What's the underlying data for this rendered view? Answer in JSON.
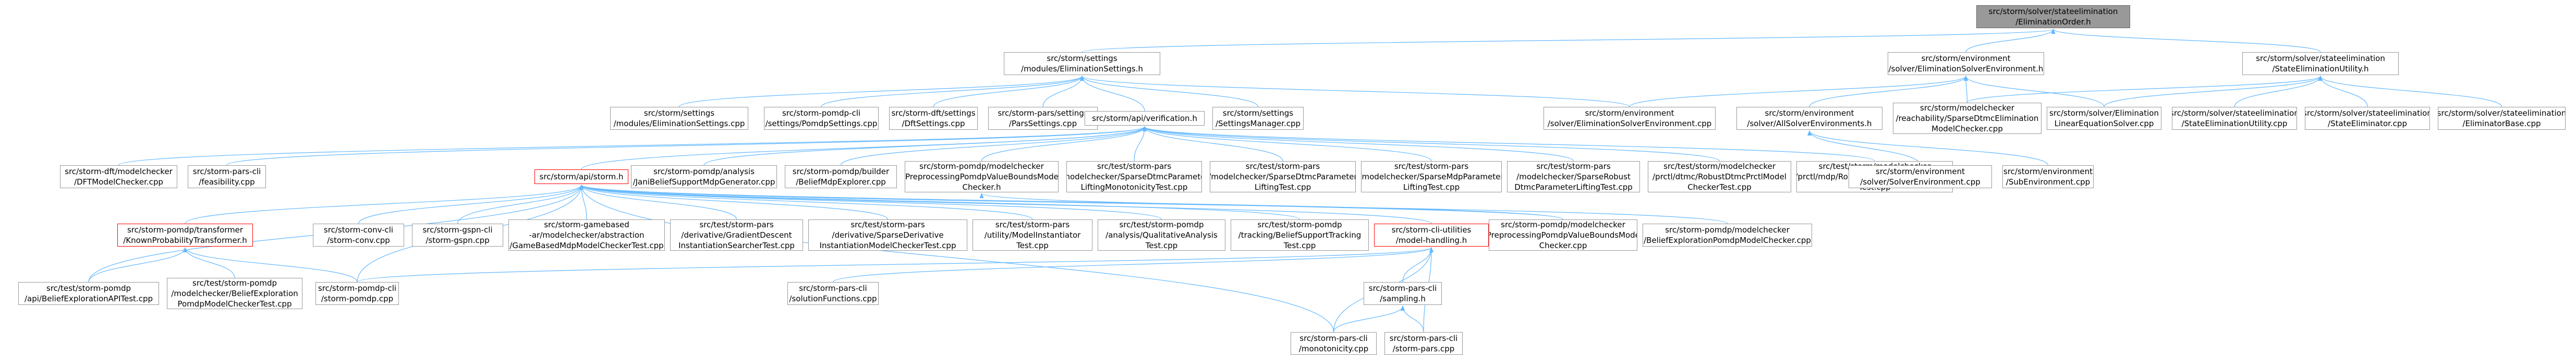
{
  "diagram": {
    "type": "include-dependency-graph",
    "edge_color": "#63b8ff",
    "node_border_color": "#999999",
    "root_fill": "#999999",
    "highlight_border_color": "#ff0000",
    "nodes": [
      {
        "id": "n0",
        "lines": [
          "src/storm/solver/stateelimination",
          "/EliminationOrder.h"
        ],
        "style": "root"
      },
      {
        "id": "n1",
        "lines": [
          "src/storm/settings",
          "/modules/EliminationSettings.h"
        ]
      },
      {
        "id": "n2",
        "lines": [
          "src/storm/environment",
          "/solver/EliminationSolverEnvironment.h"
        ]
      },
      {
        "id": "n3",
        "lines": [
          "src/storm/solver/stateelimination",
          "/StateEliminationUtility.h"
        ]
      },
      {
        "id": "n4",
        "lines": [
          "src/storm/settings",
          "/modules/EliminationSettings.cpp"
        ]
      },
      {
        "id": "n5",
        "lines": [
          "src/storm-pomdp-cli",
          "/settings/PomdpSettings.cpp"
        ]
      },
      {
        "id": "n6",
        "lines": [
          "src/storm-dft/settings",
          "/DftSettings.cpp"
        ]
      },
      {
        "id": "n7",
        "lines": [
          "src/storm-pars/settings",
          "/ParsSettings.cpp"
        ]
      },
      {
        "id": "n8",
        "lines": [
          "src/storm/api/verification.h"
        ]
      },
      {
        "id": "n9",
        "lines": [
          "src/storm/settings",
          "/SettingsManager.cpp"
        ]
      },
      {
        "id": "n10",
        "lines": [
          "src/storm/environment",
          "/solver/EliminationSolverEnvironment.cpp"
        ]
      },
      {
        "id": "n11",
        "lines": [
          "src/storm/environment",
          "/solver/AllSolverEnvironments.h"
        ]
      },
      {
        "id": "n12",
        "lines": [
          "src/storm/modelchecker",
          "/reachability/SparseDtmcElimination",
          "ModelChecker.cpp"
        ]
      },
      {
        "id": "n13",
        "lines": [
          "src/storm/solver/Elimination",
          "LinearEquationSolver.cpp"
        ]
      },
      {
        "id": "n14",
        "lines": [
          "src/storm/solver/stateelimination",
          "/StateEliminationUtility.cpp"
        ]
      },
      {
        "id": "n15",
        "lines": [
          "src/storm/solver/stateelimination",
          "/StateEliminator.cpp"
        ]
      },
      {
        "id": "n16",
        "lines": [
          "src/storm/solver/stateelimination",
          "/EliminatorBase.cpp"
        ]
      },
      {
        "id": "n17",
        "lines": [
          "src/storm-dft/modelchecker",
          "/DFTModelChecker.cpp"
        ]
      },
      {
        "id": "n18",
        "lines": [
          "src/storm-pars-cli",
          "/feasibility.cpp"
        ]
      },
      {
        "id": "n19",
        "lines": [
          "src/storm/api/storm.h"
        ],
        "style": "red"
      },
      {
        "id": "n20",
        "lines": [
          "src/storm-pomdp/analysis",
          "/JaniBeliefSupportMdpGenerator.cpp"
        ]
      },
      {
        "id": "n21",
        "lines": [
          "src/storm-pomdp/builder",
          "/BeliefMdpExplorer.cpp"
        ]
      },
      {
        "id": "n22",
        "lines": [
          "src/storm-pomdp/modelchecker",
          "/PreprocessingPomdpValueBoundsModel",
          "Checker.h"
        ]
      },
      {
        "id": "n23",
        "lines": [
          "src/test/storm-pars",
          "/modelchecker/SparseDtmcParameter",
          "LiftingMonotonicityTest.cpp"
        ]
      },
      {
        "id": "n24",
        "lines": [
          "src/test/storm-pars",
          "/modelchecker/SparseDtmcParameter",
          "LiftingTest.cpp"
        ]
      },
      {
        "id": "n25",
        "lines": [
          "src/test/storm-pars",
          "/modelchecker/SparseMdpParameter",
          "LiftingTest.cpp"
        ]
      },
      {
        "id": "n26",
        "lines": [
          "src/test/storm-pars",
          "/modelchecker/SparseRobust",
          "DtmcParameterLiftingTest.cpp"
        ]
      },
      {
        "id": "n27",
        "lines": [
          "src/test/storm/modelchecker",
          "/prctl/dtmc/RobustDtmcPrctlModel",
          "CheckerTest.cpp"
        ]
      },
      {
        "id": "n28",
        "lines": [
          "src/test/storm/modelchecker",
          "/prctl/mdp/RobustMdpPrctlModelChecker",
          "Test.cpp"
        ]
      },
      {
        "id": "n29",
        "lines": [
          "src/storm/environment",
          "/solver/SolverEnvironment.cpp"
        ]
      },
      {
        "id": "n30",
        "lines": [
          "src/storm/environment",
          "/SubEnvironment.cpp"
        ]
      },
      {
        "id": "n31",
        "lines": [
          "src/storm-pomdp/transformer",
          "/KnownProbabilityTransformer.h"
        ],
        "style": "red"
      },
      {
        "id": "n32",
        "lines": [
          "src/storm-conv-cli",
          "/storm-conv.cpp"
        ]
      },
      {
        "id": "n33",
        "lines": [
          "src/storm-gspn-cli",
          "/storm-gspn.cpp"
        ]
      },
      {
        "id": "n34",
        "lines": [
          "src/storm-gamebased",
          "-ar/modelchecker/abstraction",
          "/GameBasedMdpModelCheckerTest.cpp"
        ]
      },
      {
        "id": "n35",
        "lines": [
          "src/test/storm-pars",
          "/derivative/GradientDescent",
          "InstantiationSearcherTest.cpp"
        ]
      },
      {
        "id": "n36",
        "lines": [
          "src/test/storm-pars",
          "/derivative/SparseDerivative",
          "InstantiationModelCheckerTest.cpp"
        ]
      },
      {
        "id": "n37",
        "lines": [
          "src/test/storm-pars",
          "/utility/ModelInstantiator",
          "Test.cpp"
        ]
      },
      {
        "id": "n38",
        "lines": [
          "src/test/storm-pomdp",
          "/analysis/QualitativeAnalysis",
          "Test.cpp"
        ]
      },
      {
        "id": "n39",
        "lines": [
          "src/test/storm-pomdp",
          "/tracking/BeliefSupportTracking",
          "Test.cpp"
        ]
      },
      {
        "id": "n40",
        "lines": [
          "src/storm-cli-utilities",
          "/model-handling.h"
        ],
        "style": "red"
      },
      {
        "id": "n41",
        "lines": [
          "src/storm-pomdp/modelchecker",
          "/PreprocessingPomdpValueBoundsModel",
          "Checker.cpp"
        ]
      },
      {
        "id": "n42",
        "lines": [
          "src/storm-pomdp/modelchecker",
          "/BeliefExplorationPomdpModelChecker.cpp"
        ]
      },
      {
        "id": "n43",
        "lines": [
          "src/test/storm-pomdp",
          "/api/BeliefExplorationAPITest.cpp"
        ]
      },
      {
        "id": "n44",
        "lines": [
          "src/test/storm-pomdp",
          "/modelchecker/BeliefExploration",
          "PomdpModelCheckerTest.cpp"
        ]
      },
      {
        "id": "n45",
        "lines": [
          "src/storm-pomdp-cli",
          "/storm-pomdp.cpp"
        ]
      },
      {
        "id": "n46",
        "lines": [
          "src/storm-pars-cli",
          "/solutionFunctions.cpp"
        ]
      },
      {
        "id": "n47",
        "lines": [
          "src/storm-pars-cli",
          "/sampling.h"
        ]
      },
      {
        "id": "n48",
        "lines": [
          "src/storm-pars-cli",
          "/monotonicity.cpp"
        ]
      },
      {
        "id": "n49",
        "lines": [
          "src/storm-pars-cli",
          "/storm-pars.cpp"
        ]
      }
    ],
    "edges": [
      [
        "n1",
        "n0"
      ],
      [
        "n2",
        "n0"
      ],
      [
        "n3",
        "n0"
      ],
      [
        "n4",
        "n1"
      ],
      [
        "n5",
        "n1"
      ],
      [
        "n6",
        "n1"
      ],
      [
        "n7",
        "n1"
      ],
      [
        "n8",
        "n1"
      ],
      [
        "n9",
        "n1"
      ],
      [
        "n10",
        "n1"
      ],
      [
        "n10",
        "n2"
      ],
      [
        "n11",
        "n2"
      ],
      [
        "n12",
        "n2"
      ],
      [
        "n13",
        "n2"
      ],
      [
        "n12",
        "n3"
      ],
      [
        "n13",
        "n3"
      ],
      [
        "n14",
        "n3"
      ],
      [
        "n15",
        "n3"
      ],
      [
        "n16",
        "n3"
      ],
      [
        "n29",
        "n11"
      ],
      [
        "n30",
        "n11"
      ],
      [
        "n17",
        "n8"
      ],
      [
        "n18",
        "n8"
      ],
      [
        "n19",
        "n8"
      ],
      [
        "n20",
        "n8"
      ],
      [
        "n21",
        "n8"
      ],
      [
        "n22",
        "n8"
      ],
      [
        "n23",
        "n8"
      ],
      [
        "n24",
        "n8"
      ],
      [
        "n25",
        "n8"
      ],
      [
        "n26",
        "n8"
      ],
      [
        "n27",
        "n8"
      ],
      [
        "n28",
        "n8"
      ],
      [
        "n31",
        "n19"
      ],
      [
        "n32",
        "n19"
      ],
      [
        "n33",
        "n19"
      ],
      [
        "n34",
        "n19"
      ],
      [
        "n35",
        "n19"
      ],
      [
        "n36",
        "n19"
      ],
      [
        "n37",
        "n19"
      ],
      [
        "n38",
        "n19"
      ],
      [
        "n39",
        "n19"
      ],
      [
        "n40",
        "n19"
      ],
      [
        "n41",
        "n19"
      ],
      [
        "n42",
        "n19"
      ],
      [
        "n43",
        "n19"
      ],
      [
        "n45",
        "n19"
      ],
      [
        "n48",
        "n19"
      ],
      [
        "n43",
        "n31"
      ],
      [
        "n44",
        "n31"
      ],
      [
        "n45",
        "n31"
      ],
      [
        "n41",
        "n22"
      ],
      [
        "n45",
        "n40"
      ],
      [
        "n46",
        "n40"
      ],
      [
        "n47",
        "n40"
      ],
      [
        "n48",
        "n40"
      ],
      [
        "n49",
        "n40"
      ],
      [
        "n48",
        "n47"
      ],
      [
        "n49",
        "n47"
      ]
    ]
  }
}
